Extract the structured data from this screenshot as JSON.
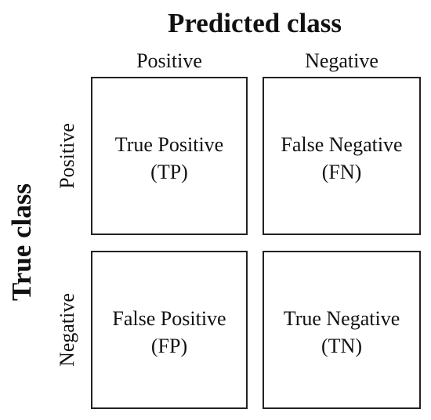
{
  "predicted_title": "Predicted class",
  "true_title": "True class",
  "columns": [
    "Positive",
    "Negative"
  ],
  "rows": [
    "Positive",
    "Negative"
  ],
  "cells": [
    {
      "name": "True Positive",
      "abbr": "(TP)"
    },
    {
      "name": "False Negative",
      "abbr": "(FN)"
    },
    {
      "name": "False Positive",
      "abbr": "(FP)"
    },
    {
      "name": "True Negative",
      "abbr": "(TN)"
    }
  ]
}
